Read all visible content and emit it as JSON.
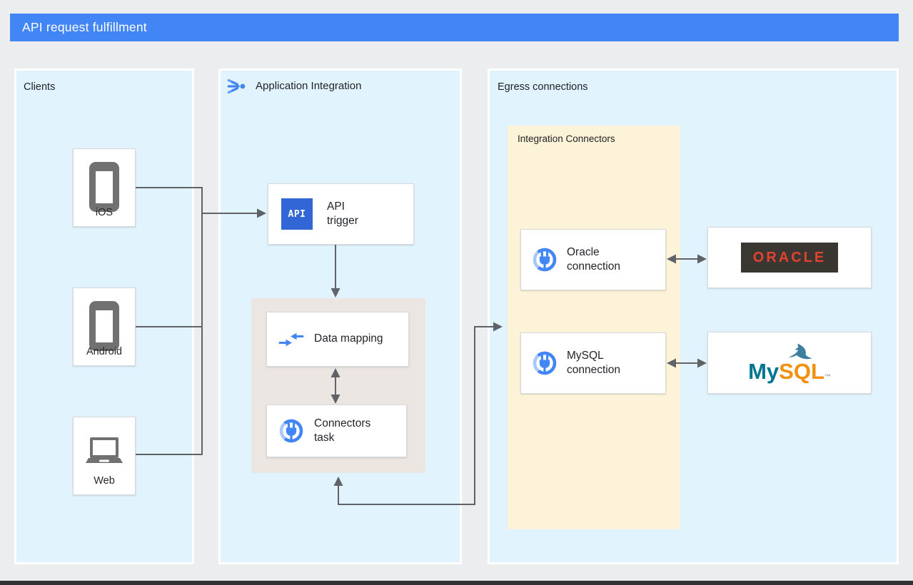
{
  "header": {
    "title": "API request fulfillment"
  },
  "clients_panel": {
    "title": "Clients",
    "items": [
      {
        "label": "iOS"
      },
      {
        "label": "Android"
      },
      {
        "label": "Web"
      }
    ]
  },
  "integration_panel": {
    "title": "Application Integration",
    "api_trigger": {
      "badge": "API",
      "label": "API trigger"
    },
    "data_mapping": {
      "label": "Data mapping"
    },
    "connectors_task": {
      "label": "Connectors task"
    }
  },
  "egress_panel": {
    "title": "Egress connections",
    "integration_connectors": {
      "title": "Integration Connectors",
      "oracle_connection": {
        "label": "Oracle connection"
      },
      "mysql_connection": {
        "label": "MySQL connection"
      }
    },
    "oracle_logo": {
      "text": "ORACLE"
    },
    "mysql_logo": {
      "my": "My",
      "sql": "SQL",
      "tm": "™"
    }
  },
  "colors": {
    "header_bg": "#4285F4",
    "panel_bg": "#E1F3FC",
    "integration_connectors_bg": "#FCF3D8",
    "task_container_bg": "#ECE6E2",
    "arrow": "#5F6368",
    "api_badge_bg": "#3266D6",
    "oracle_badge_bg": "#3A3632",
    "oracle_red": "#E2432E",
    "mysql_teal": "#00758F",
    "mysql_orange": "#F29111",
    "device_icon_gray": "#717171"
  }
}
